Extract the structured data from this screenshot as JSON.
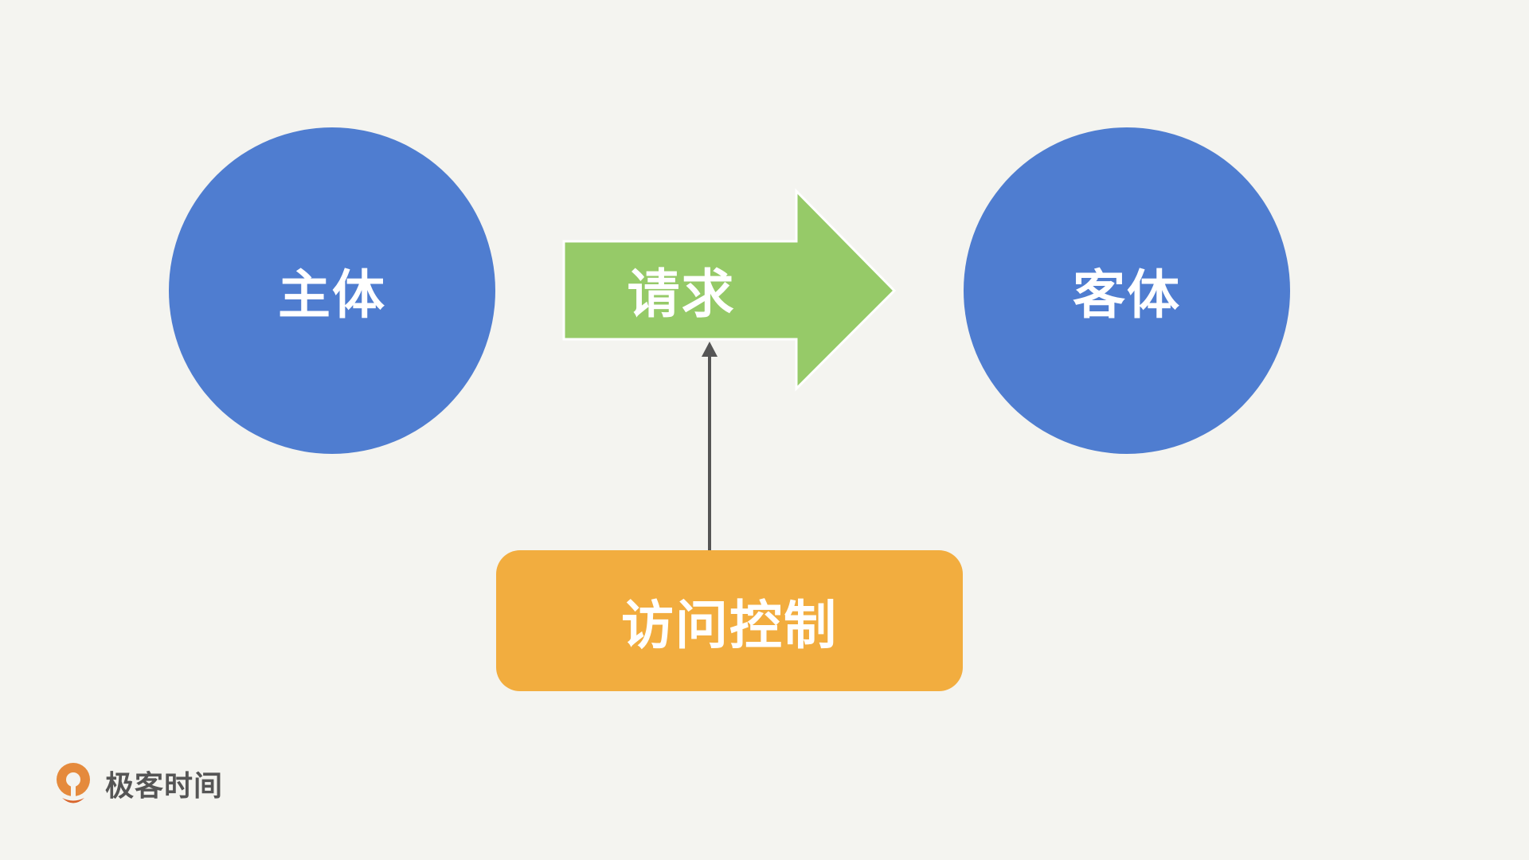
{
  "nodes": {
    "subject": {
      "label": "主体"
    },
    "object": {
      "label": "客体"
    },
    "request": {
      "label": "请求"
    },
    "access_control": {
      "label": "访问控制"
    }
  },
  "logo": {
    "text": "极客时间"
  },
  "colors": {
    "background": "#f4f4f0",
    "circle": "#4f7dd0",
    "request_arrow": "#96ca68",
    "access_box": "#f2ad3f",
    "connector": "#555555",
    "logo_orange": "#e58a3c"
  }
}
